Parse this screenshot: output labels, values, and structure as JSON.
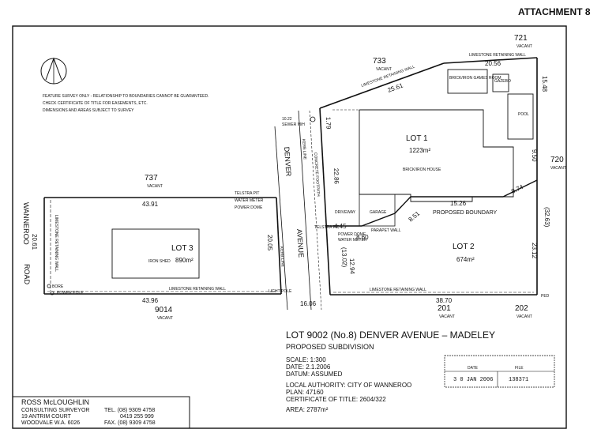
{
  "header": {
    "attachment": "ATTACHMENT 8"
  },
  "notes": [
    "FEATURE SURVEY ONLY - RELATIONSHIP TO BOUNDARIES CANNOT BE GUARANTEED.",
    "CHECK CERTIFICATE OF TITLE FOR EASEMENTS, ETC.",
    "DIMENSIONS AND AREAS SUBJECT TO SURVEY"
  ],
  "plan": {
    "lot1": {
      "name": "LOT 1",
      "area": "1223m²"
    },
    "lot2": {
      "name": "LOT 2",
      "area": "674m²"
    },
    "lot3": {
      "name": "LOT 3",
      "area": "890m²"
    },
    "lot733": {
      "number": "733",
      "status": "VACANT"
    },
    "lot721": {
      "number": "721",
      "status": "VACANT"
    },
    "lot737": {
      "number": "737",
      "status": "VACANT"
    },
    "lot720": {
      "number": "720",
      "status": "VACANT"
    },
    "lot9014": {
      "number": "9014",
      "status": "VACANT"
    },
    "lot201": {
      "number": "201",
      "status": "VACANT"
    },
    "lot202": {
      "number": "202",
      "status": "VACANT"
    },
    "roads": {
      "denver": "DENVER",
      "avenue": "AVENUE",
      "wanneroo": "WANNEROO",
      "road": "ROAD"
    },
    "dimensions": {
      "d25_61": "25.61",
      "d20_56": "20.56",
      "d15_48": "15.48",
      "d9_50": "9.50",
      "d9_74": "9.74",
      "d15_26": "15.26",
      "d32_63": "(32.63)",
      "d23_12": "23.12",
      "d38_70": "38.70",
      "d16_06": "16.06",
      "d43_96": "43.96",
      "d43_91": "43.91",
      "d20_61": "20.61",
      "d20_05": "20.05",
      "d22_86": "22.86",
      "d4_45": "4.45",
      "d8_60": "8.60",
      "d13_02": "(13.02)",
      "d12_94": "12.94",
      "d8_51": "8.51",
      "d1_79": "1.79"
    },
    "labels": {
      "limestone_wall": "LIMESTONE RETAINING WALL",
      "brick_games": "BRICK/IRON GAMES ROOM",
      "gazebo": "GAZEBO",
      "pool": "POOL",
      "brick_house": "BRICK/IRON HOUSE",
      "driveway": "DRIVEWAY",
      "garage": "GARAGE",
      "parapet_wall": "PARAPET WALL",
      "proposed_boundary": "PROPOSED BOUNDARY",
      "iron_shed": "IRON SHED",
      "telstra_pit": "TELSTRA PIT",
      "water_meter": "WATER METER",
      "power_dome": "POWER DOME",
      "sewer_mh": "SEWER M/H",
      "sewer_rl": "10.22",
      "light_pole": "LIGHT POLE",
      "bore": "BORE",
      "power_pole": "POWER POLE",
      "kerb_line": "KERB LINE",
      "concrete_footpath": "CONCRETE FOOTPATH",
      "ped": "PED"
    }
  },
  "title_block": {
    "title": "LOT 9002 (No.8) DENVER AVENUE – MADELEY",
    "subtitle": "PROPOSED SUBDIVISION",
    "scale": "SCALE:  1:300",
    "date": "DATE:  2.1.2006",
    "datum": "DATUM:  ASSUMED",
    "authority": "LOCAL AUTHORITY:  CITY OF WANNEROO",
    "plan_no": "PLAN:  47160",
    "certificate": "CERTIFICATE OF TITLE:  2604/322",
    "area": "AREA:  2787m²"
  },
  "stamp": {
    "head_left": "DATE",
    "head_right": "FILE",
    "date": "3 0 JAN 2006",
    "file": "138371"
  },
  "surveyor": {
    "name": "ROSS McLOUGHLIN",
    "title": "CONSULTING SURVEYOR",
    "address1": "19 ANTRIM COURT",
    "address2": "WOODVALE  W.A.     6026",
    "tel": "TEL.   (08) 9309 4758",
    "mobile": "0419 255 999",
    "fax": "FAX.  (08) 9309 4758"
  }
}
